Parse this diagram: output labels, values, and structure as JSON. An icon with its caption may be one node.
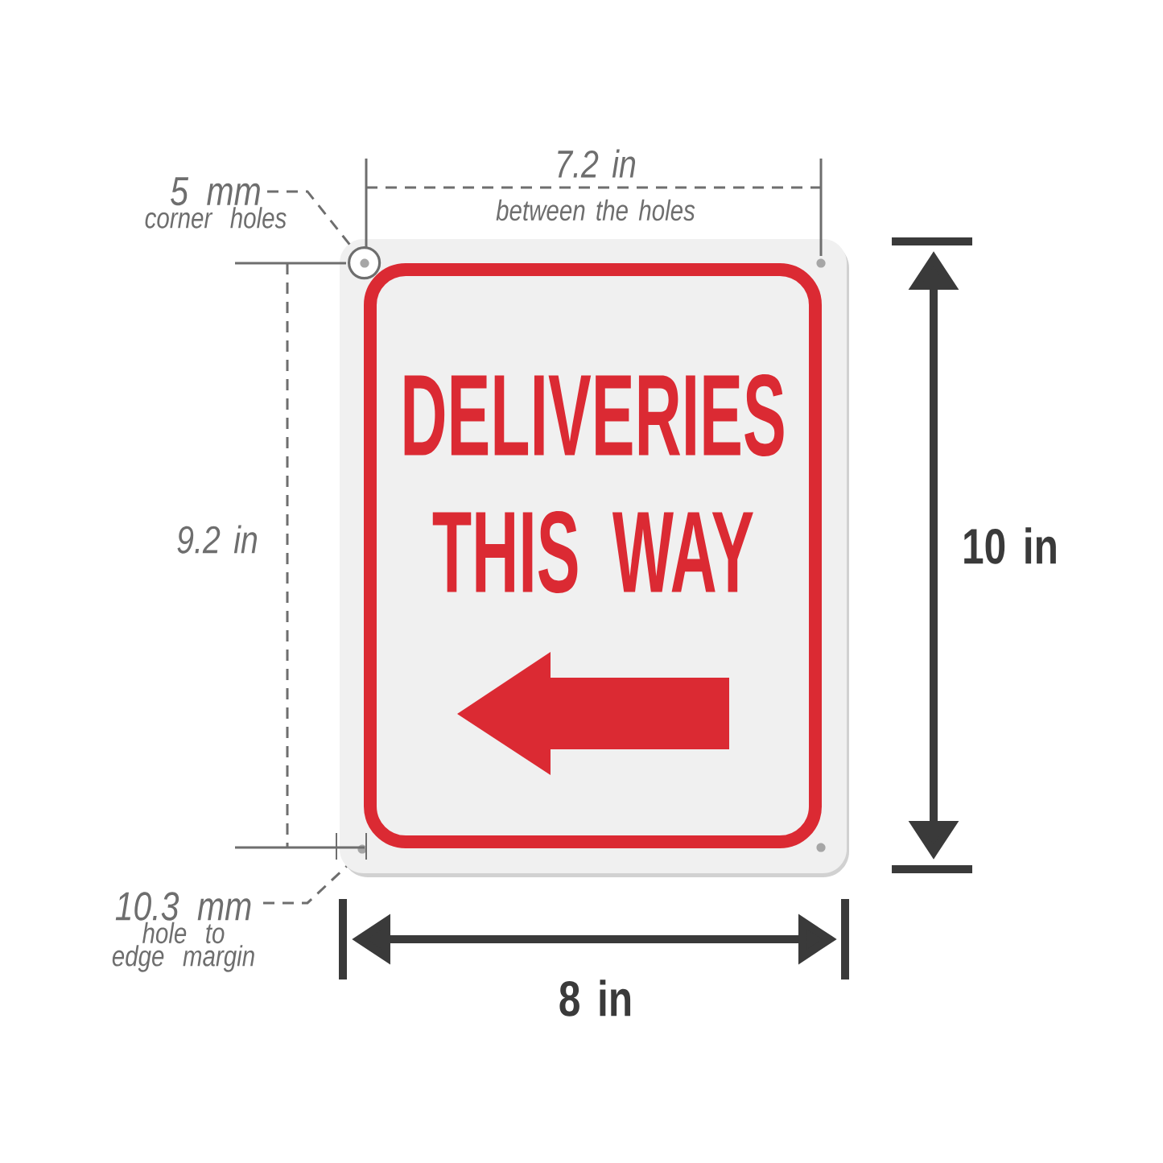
{
  "diagram": {
    "nodes": [
      {
        "text": [
          "DELIVERIES THIS WAY"
        ]
      },
      {
        "text": [
          "5 mm",
          "corner holes"
        ]
      },
      {
        "text": [],
        "shape": "circle",
        "in": 0
      },
      {
        "text": [
          "10.3 mm",
          "hole to edge margin"
        ]
      }
    ],
    "edges": [
      {
        "from": 1,
        "to": 2,
        "arrow": "none",
        "style": "dashed"
      },
      {
        "from": 3,
        "to": 0,
        "arrow": "none",
        "style": "dashed"
      }
    ],
    "labels": [
      "7.2 in",
      "between the holes",
      "9.2 in",
      "10 in",
      "8 in"
    ]
  }
}
